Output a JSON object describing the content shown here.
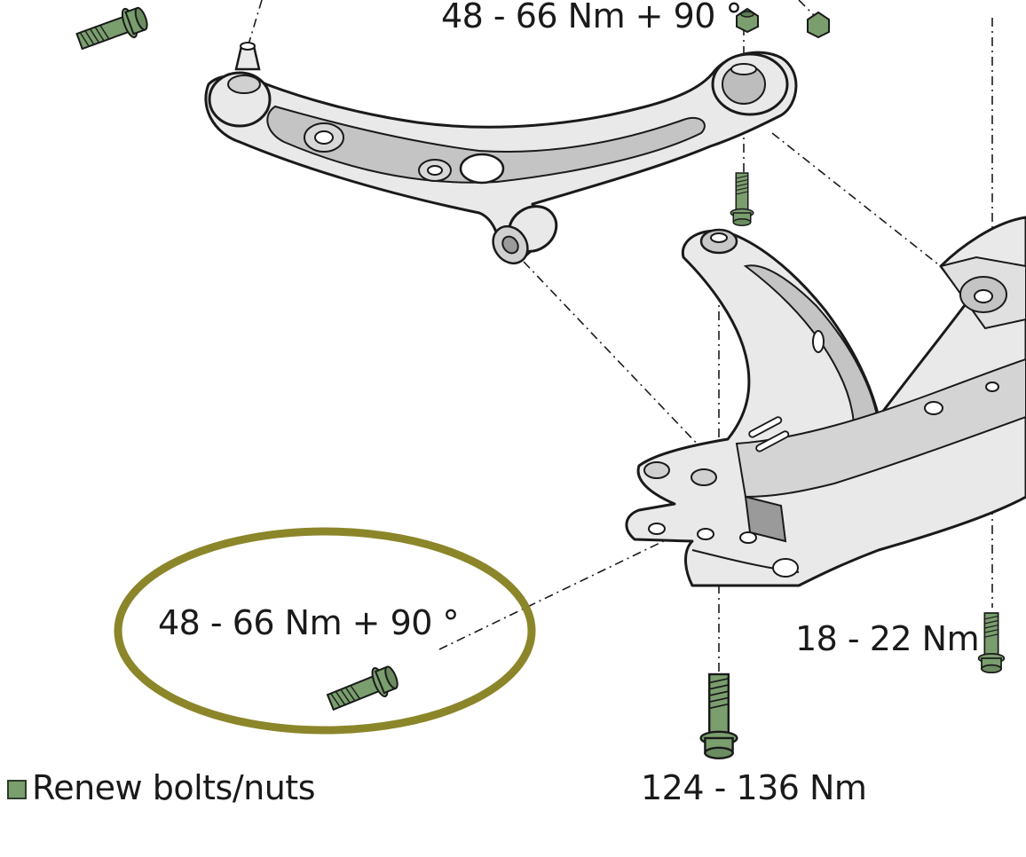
{
  "labels": {
    "torque_top": "48 - 66 Nm + 90 °",
    "torque_circled": "48 - 66 Nm + 90 °",
    "torque_right": "18 - 22 Nm",
    "torque_bottom": "124 - 136 Nm"
  },
  "legend": {
    "text": "Renew bolts/nuts"
  },
  "colors": {
    "bolt_green": "#7a9e6e",
    "outline": "#1a1a1a",
    "part_fill": "#e9e9e9",
    "part_shade": "#c4c4c4",
    "highlight_ring": "#8c862a"
  }
}
